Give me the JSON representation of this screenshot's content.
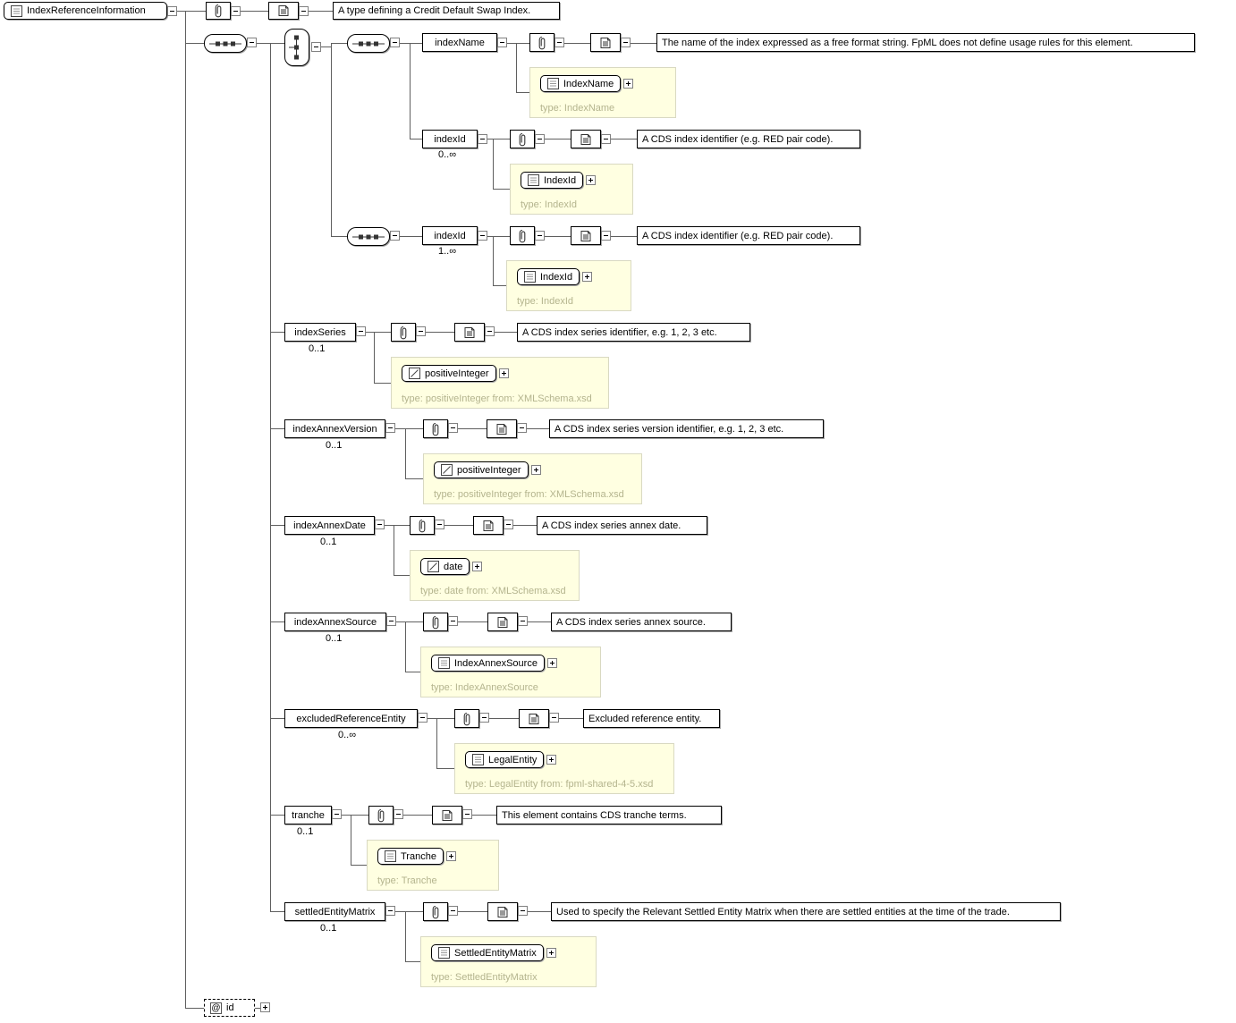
{
  "root": {
    "label": "IndexReferenceInformation",
    "doc": "A type defining a Credit Default Swap Index."
  },
  "attribute": {
    "marker": "@",
    "name": "id"
  },
  "icons": {
    "annotation": "paperclip-icon",
    "documentation": "document-icon",
    "element": "element-icon",
    "simple_type": "simple-type-icon",
    "sequence": "sequence-icon",
    "choice": "choice-icon"
  },
  "rows": [
    {
      "label": "indexName",
      "occurs": "",
      "doc": "The name of the index expressed as a free format string. FpML does not define usage rules for this element.",
      "type_label": "IndexName",
      "type_note": "type: IndexName",
      "type_kind": "element"
    },
    {
      "label": "indexId",
      "occurs": "0..∞",
      "doc": "A CDS index identifier (e.g. RED pair code).",
      "type_label": "IndexId",
      "type_note": "type: IndexId",
      "type_kind": "element"
    },
    {
      "label": "indexId",
      "occurs": "1..∞",
      "doc": "A CDS index identifier (e.g. RED pair code).",
      "type_label": "IndexId",
      "type_note": "type: IndexId",
      "type_kind": "element"
    },
    {
      "label": "indexSeries",
      "occurs": "0..1",
      "doc": "A CDS index series identifier, e.g. 1, 2, 3 etc.",
      "type_label": "positiveInteger",
      "type_note": "type: positiveInteger from: XMLSchema.xsd",
      "type_kind": "simple"
    },
    {
      "label": "indexAnnexVersion",
      "occurs": "0..1",
      "doc": "A CDS index series version identifier, e.g. 1, 2, 3 etc.",
      "type_label": "positiveInteger",
      "type_note": "type: positiveInteger from: XMLSchema.xsd",
      "type_kind": "simple"
    },
    {
      "label": "indexAnnexDate",
      "occurs": "0..1",
      "doc": "A CDS index series annex date.",
      "type_label": "date",
      "type_note": "type: date from: XMLSchema.xsd",
      "type_kind": "simple"
    },
    {
      "label": "indexAnnexSource",
      "occurs": "0..1",
      "doc": "A CDS index series annex source.",
      "type_label": "IndexAnnexSource",
      "type_note": "type: IndexAnnexSource",
      "type_kind": "element"
    },
    {
      "label": "excludedReferenceEntity",
      "occurs": "0..∞",
      "doc": "Excluded reference entity.",
      "type_label": "LegalEntity",
      "type_note": "type: LegalEntity from: fpml-shared-4-5.xsd",
      "type_kind": "element"
    },
    {
      "label": "tranche",
      "occurs": "0..1",
      "doc": "This element contains CDS tranche terms.",
      "type_label": "Tranche",
      "type_note": "type: Tranche",
      "type_kind": "element"
    },
    {
      "label": "settledEntityMatrix",
      "occurs": "0..1",
      "doc": "Used to specify the Relevant Settled Entity Matrix when there are settled entities at the time of the trade.",
      "type_label": "SettledEntityMatrix",
      "type_note": "type: SettledEntityMatrix",
      "type_kind": "element"
    }
  ]
}
